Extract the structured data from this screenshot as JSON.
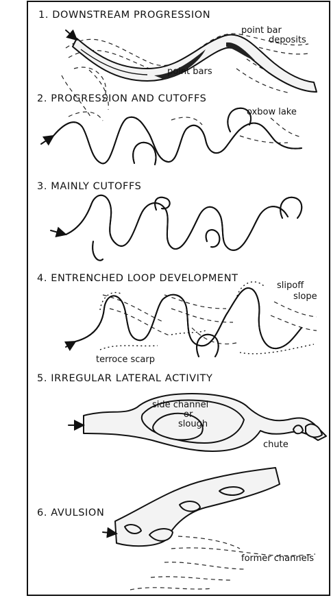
{
  "panels": [
    {
      "title": "1. DOWNSTREAM PROGRESSION",
      "labels": [
        "point bar",
        "deposits",
        "point bars"
      ]
    },
    {
      "title": "2. PROGRESSION AND CUTOFFS",
      "labels": [
        "oxbow lake"
      ]
    },
    {
      "title": "3. MAINLY CUTOFFS",
      "labels": []
    },
    {
      "title": "4. ENTRENCHED LOOP DEVELOPMENT",
      "labels": [
        "slipoff",
        "slope",
        "terroce scarp"
      ]
    },
    {
      "title": "5. IRREGULAR LATERAL ACTIVITY",
      "labels": [
        "side channel",
        "or",
        "slough",
        "chute"
      ]
    },
    {
      "title": "6. AVULSION",
      "labels": [
        "former channels"
      ]
    }
  ]
}
